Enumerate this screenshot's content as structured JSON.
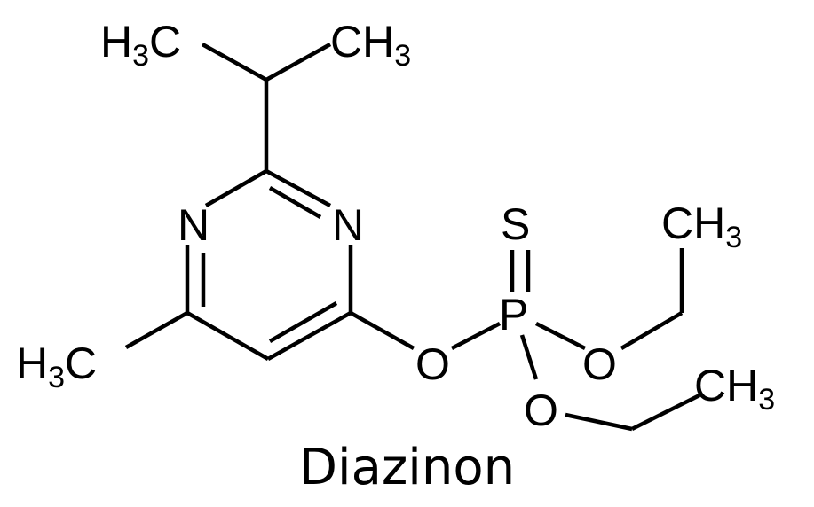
{
  "title": "Diazinon",
  "atoms": {
    "h3c_top": {
      "main": "H",
      "sub": "3",
      "tail": "C"
    },
    "ch3_top": {
      "main": "CH",
      "sub": "3"
    },
    "n_left": "N",
    "n_right": "N",
    "h3c_left": {
      "main": "H",
      "sub": "3",
      "tail": "C"
    },
    "o_link": "O",
    "p": "P",
    "s": "S",
    "o_ester1": "O",
    "o_ester2": "O",
    "ch3_ester1": {
      "main": "CH",
      "sub": "3"
    },
    "ch3_ester2": {
      "main": "CH",
      "sub": "3"
    }
  },
  "colors": {
    "ink": "#000000",
    "background": "#ffffff"
  }
}
